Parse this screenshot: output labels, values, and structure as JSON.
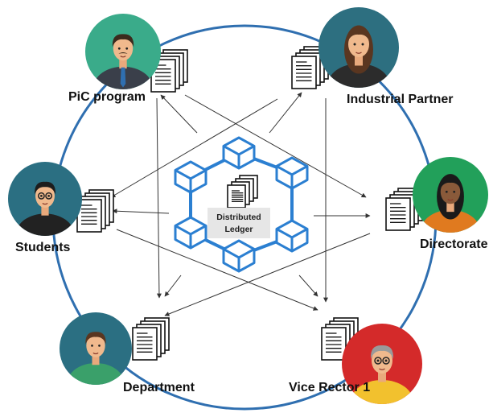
{
  "center": {
    "label_line1": "Distributed",
    "label_line2": "Ledger"
  },
  "nodes": [
    {
      "id": "pic-program",
      "label": "PiC program",
      "avatar_color": "#3aab8a"
    },
    {
      "id": "industrial-partner",
      "label": "Industrial Partner",
      "avatar_color": "#2d6f80"
    },
    {
      "id": "students",
      "label": "Students",
      "avatar_color": "#2b6f82"
    },
    {
      "id": "directorate",
      "label": "Directorate",
      "avatar_color": "#22a05a"
    },
    {
      "id": "department",
      "label": "Department",
      "avatar_color": "#2b6f82"
    },
    {
      "id": "vice-rector",
      "label": "Vice Rector 1",
      "avatar_color": "#d42a2a"
    }
  ],
  "colors": {
    "ring": "#2f6fb0",
    "blockchain": "#2b7fd1",
    "arrow": "#333333"
  }
}
